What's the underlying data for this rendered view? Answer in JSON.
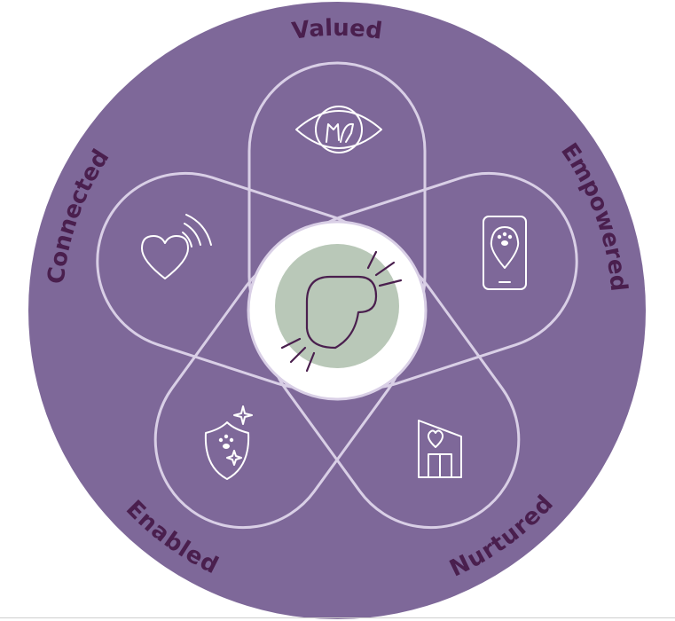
{
  "labels": {
    "top": "Valued",
    "right": "Empowered",
    "bottom_right": "Nurtured",
    "bottom_left": "Enabled",
    "left": "Connected"
  },
  "icons": {
    "top": "eye-with-pets-icon",
    "right": "phone-location-paw-icon",
    "bottom_right": "house-heart-icon",
    "bottom_left": "shield-paw-sparkle-icon",
    "left": "heart-signal-icon",
    "center": "heart-burst-icon"
  },
  "colors": {
    "circle": "#7e6899",
    "petal_stroke": "#d9cfe6",
    "label": "#4a1f4e",
    "center_ring": "#ffffff",
    "center_fill": "#b9c8b8",
    "icon": "#ffffff"
  }
}
